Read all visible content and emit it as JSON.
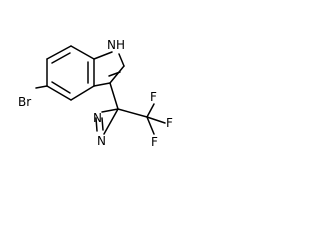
{
  "molecule": {
    "atoms": {
      "nh": "NH",
      "br": "Br",
      "n_upper": "N",
      "n_lower": "N",
      "f_top": "F",
      "f_right": "F",
      "f_bottom": "F"
    }
  }
}
